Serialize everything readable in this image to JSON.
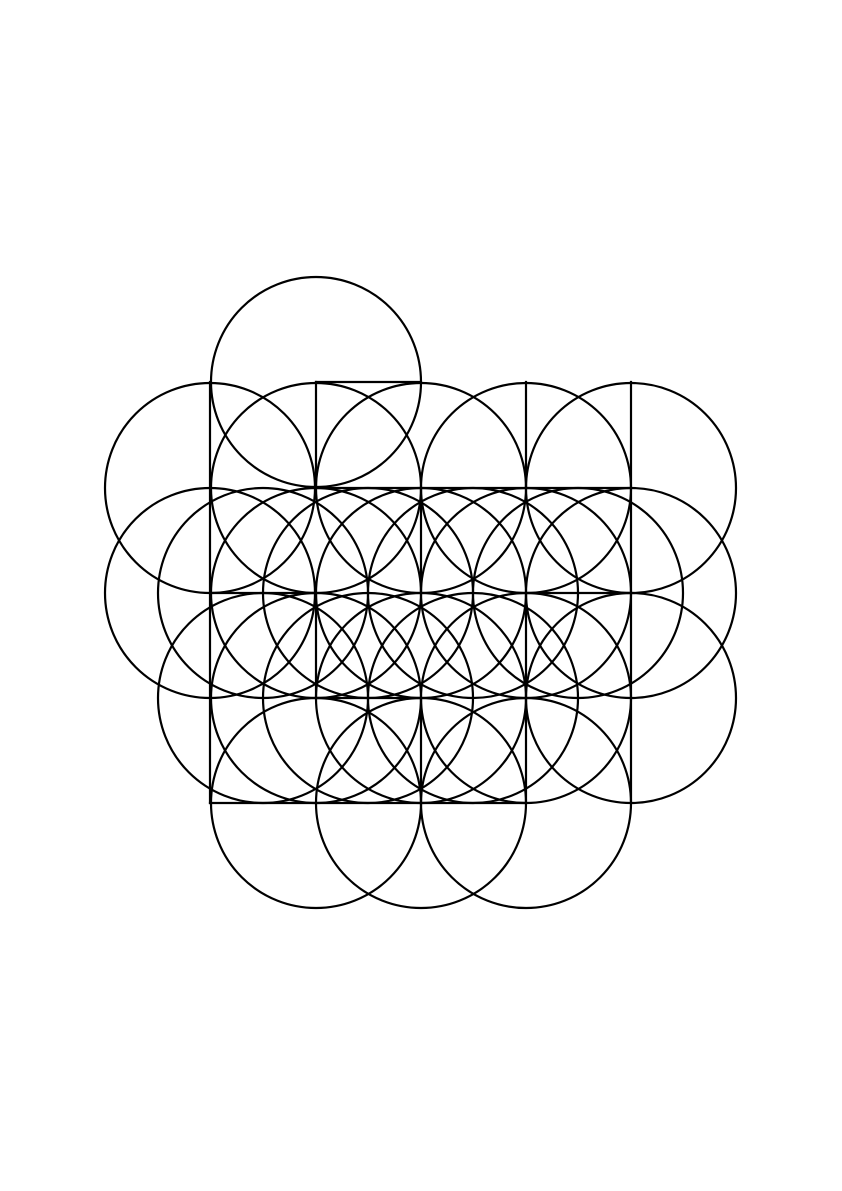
{
  "diagram": {
    "description_kind": "geometric line drawing",
    "stroke_color": "#000000",
    "background_color": "#ffffff",
    "grid_columns": 4,
    "grid_rows": 4,
    "circle_count": 24,
    "text": []
  }
}
